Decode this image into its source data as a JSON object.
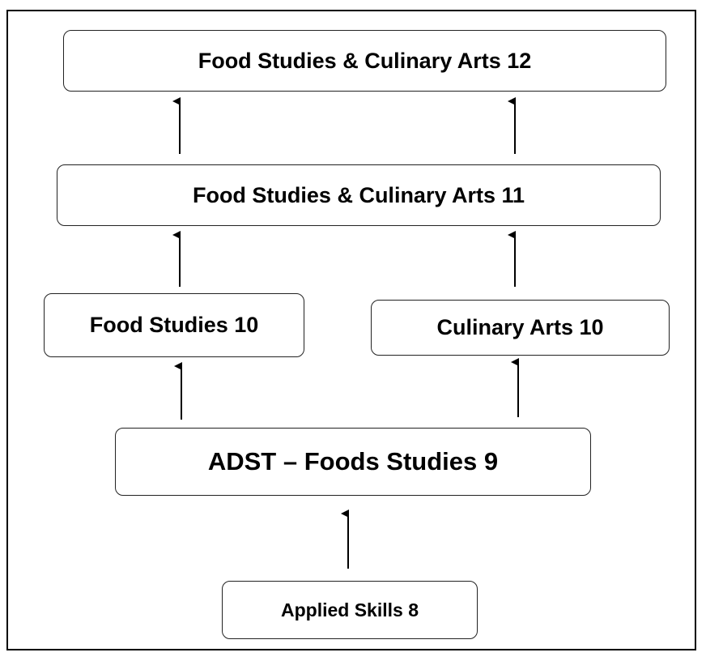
{
  "diagram": {
    "nodes": [
      {
        "id": "fsca12",
        "label": "Food Studies & Culinary Arts 12"
      },
      {
        "id": "fsca11",
        "label": "Food Studies & Culinary Arts 11"
      },
      {
        "id": "fs10",
        "label": "Food Studies 10"
      },
      {
        "id": "ca10",
        "label": "Culinary Arts 10"
      },
      {
        "id": "adst9",
        "label": "ADST – Foods Studies 9"
      },
      {
        "id": "as8",
        "label": "Applied Skills 8"
      }
    ],
    "edges": [
      {
        "from": "as8",
        "to": "adst9"
      },
      {
        "from": "adst9",
        "to": "fs10"
      },
      {
        "from": "adst9",
        "to": "ca10"
      },
      {
        "from": "fs10",
        "to": "fsca11"
      },
      {
        "from": "ca10",
        "to": "fsca11"
      },
      {
        "from": "fsca11",
        "to": "fsca12"
      },
      {
        "from": "fsca11",
        "to": "fsca12"
      }
    ]
  }
}
